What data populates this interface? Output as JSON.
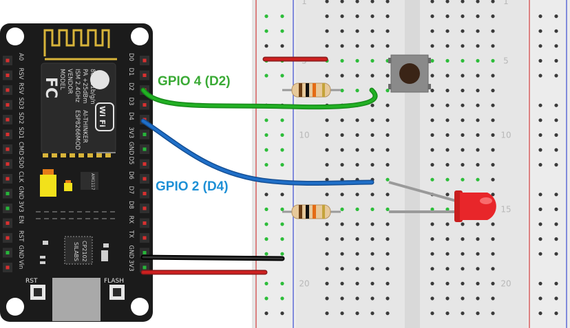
{
  "board": {
    "left_pins": [
      "A0",
      "RSV",
      "RSV",
      "SD3",
      "SD2",
      "SD1",
      "CMD",
      "SD0",
      "CLK",
      "GND",
      "3V3",
      "EN",
      "RST",
      "GND",
      "Vin"
    ],
    "right_pins": [
      "D0",
      "D1",
      "D2",
      "D3",
      "D4",
      "3V3",
      "GND",
      "D5",
      "D6",
      "D7",
      "D8",
      "RX",
      "TX",
      "GND",
      "3V3"
    ],
    "module_text": [
      "MODEL",
      "VENDOR",
      "ISM 2.4GHz",
      "PA +25dBm",
      "802.11b/g/n"
    ],
    "module_model": "ESP8266MOD",
    "module_vendor": "AI-THINKER",
    "fcc_mark": "FC",
    "wifi_mark": "Wi Fi",
    "regulator": "AM1117",
    "usb_chip_top": "SILABS",
    "usb_chip_bottom": "CP2102",
    "rst_label": "RST",
    "flash_label": "FLASH"
  },
  "breadboard": {
    "row_numbers": [
      "1",
      "5",
      "10",
      "15",
      "20"
    ]
  },
  "labels": {
    "gpio4": "GPIO 4 (D2)",
    "gpio2": "GPIO 2 (D4)"
  },
  "colors": {
    "gpio4_wire": "#22b024",
    "gpio2_wire": "#1f6fc8",
    "gpio4_text": "#3aaa35",
    "gpio2_text": "#1e90d6",
    "gnd_wire": "#111111",
    "vcc_wire": "#c81e1e",
    "led": "#e8262a"
  }
}
